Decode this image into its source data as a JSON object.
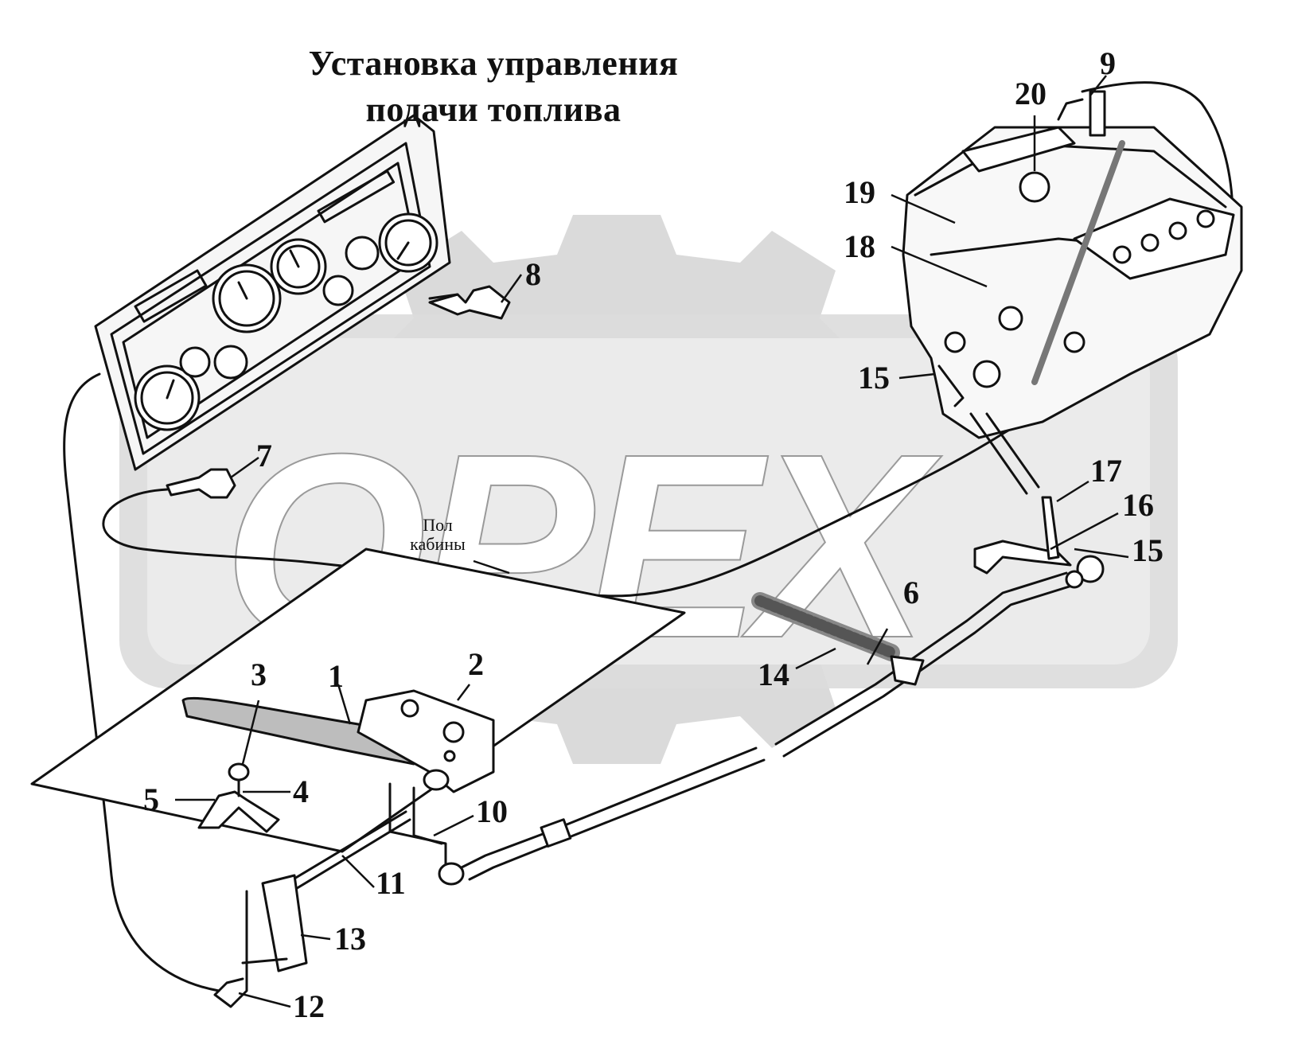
{
  "title": {
    "line1": "Установка управления",
    "line2": "подачи топлива"
  },
  "watermark": {
    "text": "OPEX",
    "color": "#d0d0d0"
  },
  "floor_note": {
    "line1": "Пол",
    "line2": "кабины"
  },
  "callouts": {
    "c1": "1",
    "c2": "2",
    "c3": "3",
    "c4": "4",
    "c5": "5",
    "c6": "6",
    "c7": "7",
    "c8": "8",
    "c9": "9",
    "c10": "10",
    "c11": "11",
    "c12": "12",
    "c13": "13",
    "c14": "14",
    "c15a": "15",
    "c15b": "15",
    "c16": "16",
    "c17": "17",
    "c18": "18",
    "c19": "19",
    "c20": "20"
  },
  "colors": {
    "line": "#111111",
    "watermark": "#cfcfcf",
    "panel_fill": "#f4f4f4"
  }
}
